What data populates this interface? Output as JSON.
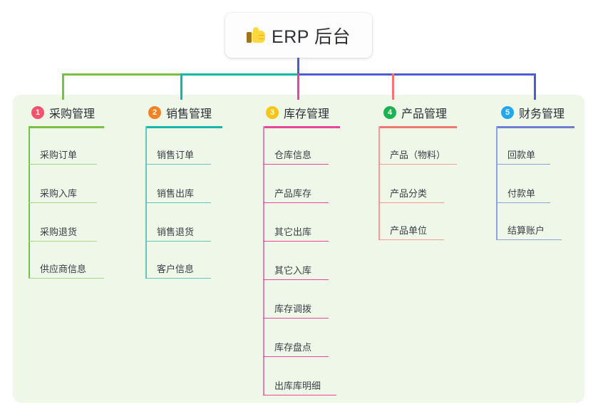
{
  "root": {
    "icon": "thumbs-up-icon",
    "title": "ERP 后台"
  },
  "panel": {
    "background": "#eef7e8"
  },
  "connector": {
    "stem_color": "#4f5bd5",
    "segments": [
      {
        "name": "green-segment",
        "color": "#7ac143"
      },
      {
        "name": "teal-segment",
        "color": "#0cb8a8"
      },
      {
        "name": "blue-segment",
        "color": "#4f5bd5"
      }
    ]
  },
  "columns": [
    {
      "number": "1",
      "title": "采购管理",
      "badge_color": "#f2546b",
      "line_color": "#7ac143",
      "items": [
        "采购订单",
        "采购入库",
        "采购退货",
        "供应商信息"
      ]
    },
    {
      "number": "2",
      "title": "销售管理",
      "badge_color": "#f58220",
      "line_color": "#19b5a5",
      "items": [
        "销售订单",
        "销售出库",
        "销售退货",
        "客户信息"
      ]
    },
    {
      "number": "3",
      "title": "库存管理",
      "badge_color": "#f5c518",
      "line_color": "#e8449a",
      "items": [
        "仓库信息",
        "产品库存",
        "其它出库",
        "其它入库",
        "库存调拨",
        "库存盘点",
        "出库库明细"
      ]
    },
    {
      "number": "4",
      "title": "产品管理",
      "badge_color": "#19b451",
      "line_color": "#f4756e",
      "items": [
        "产品（物料）",
        "产品分类",
        "产品单位"
      ]
    },
    {
      "number": "5",
      "title": "财务管理",
      "badge_color": "#22a7f0",
      "line_color": "#7b8fd4",
      "items": [
        "回款单",
        "付款单",
        "结算账户"
      ]
    }
  ]
}
